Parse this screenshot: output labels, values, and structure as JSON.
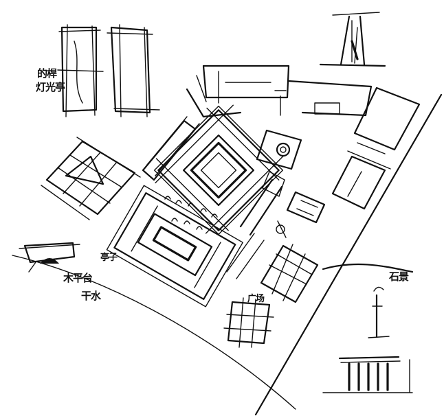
{
  "labels": {
    "lamp_pavilion": "灯光亭",
    "lamp_prefix": "的桿",
    "pavilion": "亭子",
    "wood_platform": "木平台",
    "dry_water": "干水",
    "stone_scene": "石景",
    "plaza": "广场"
  },
  "colors": {
    "ink": "#111111",
    "paper": "#ffffff"
  }
}
